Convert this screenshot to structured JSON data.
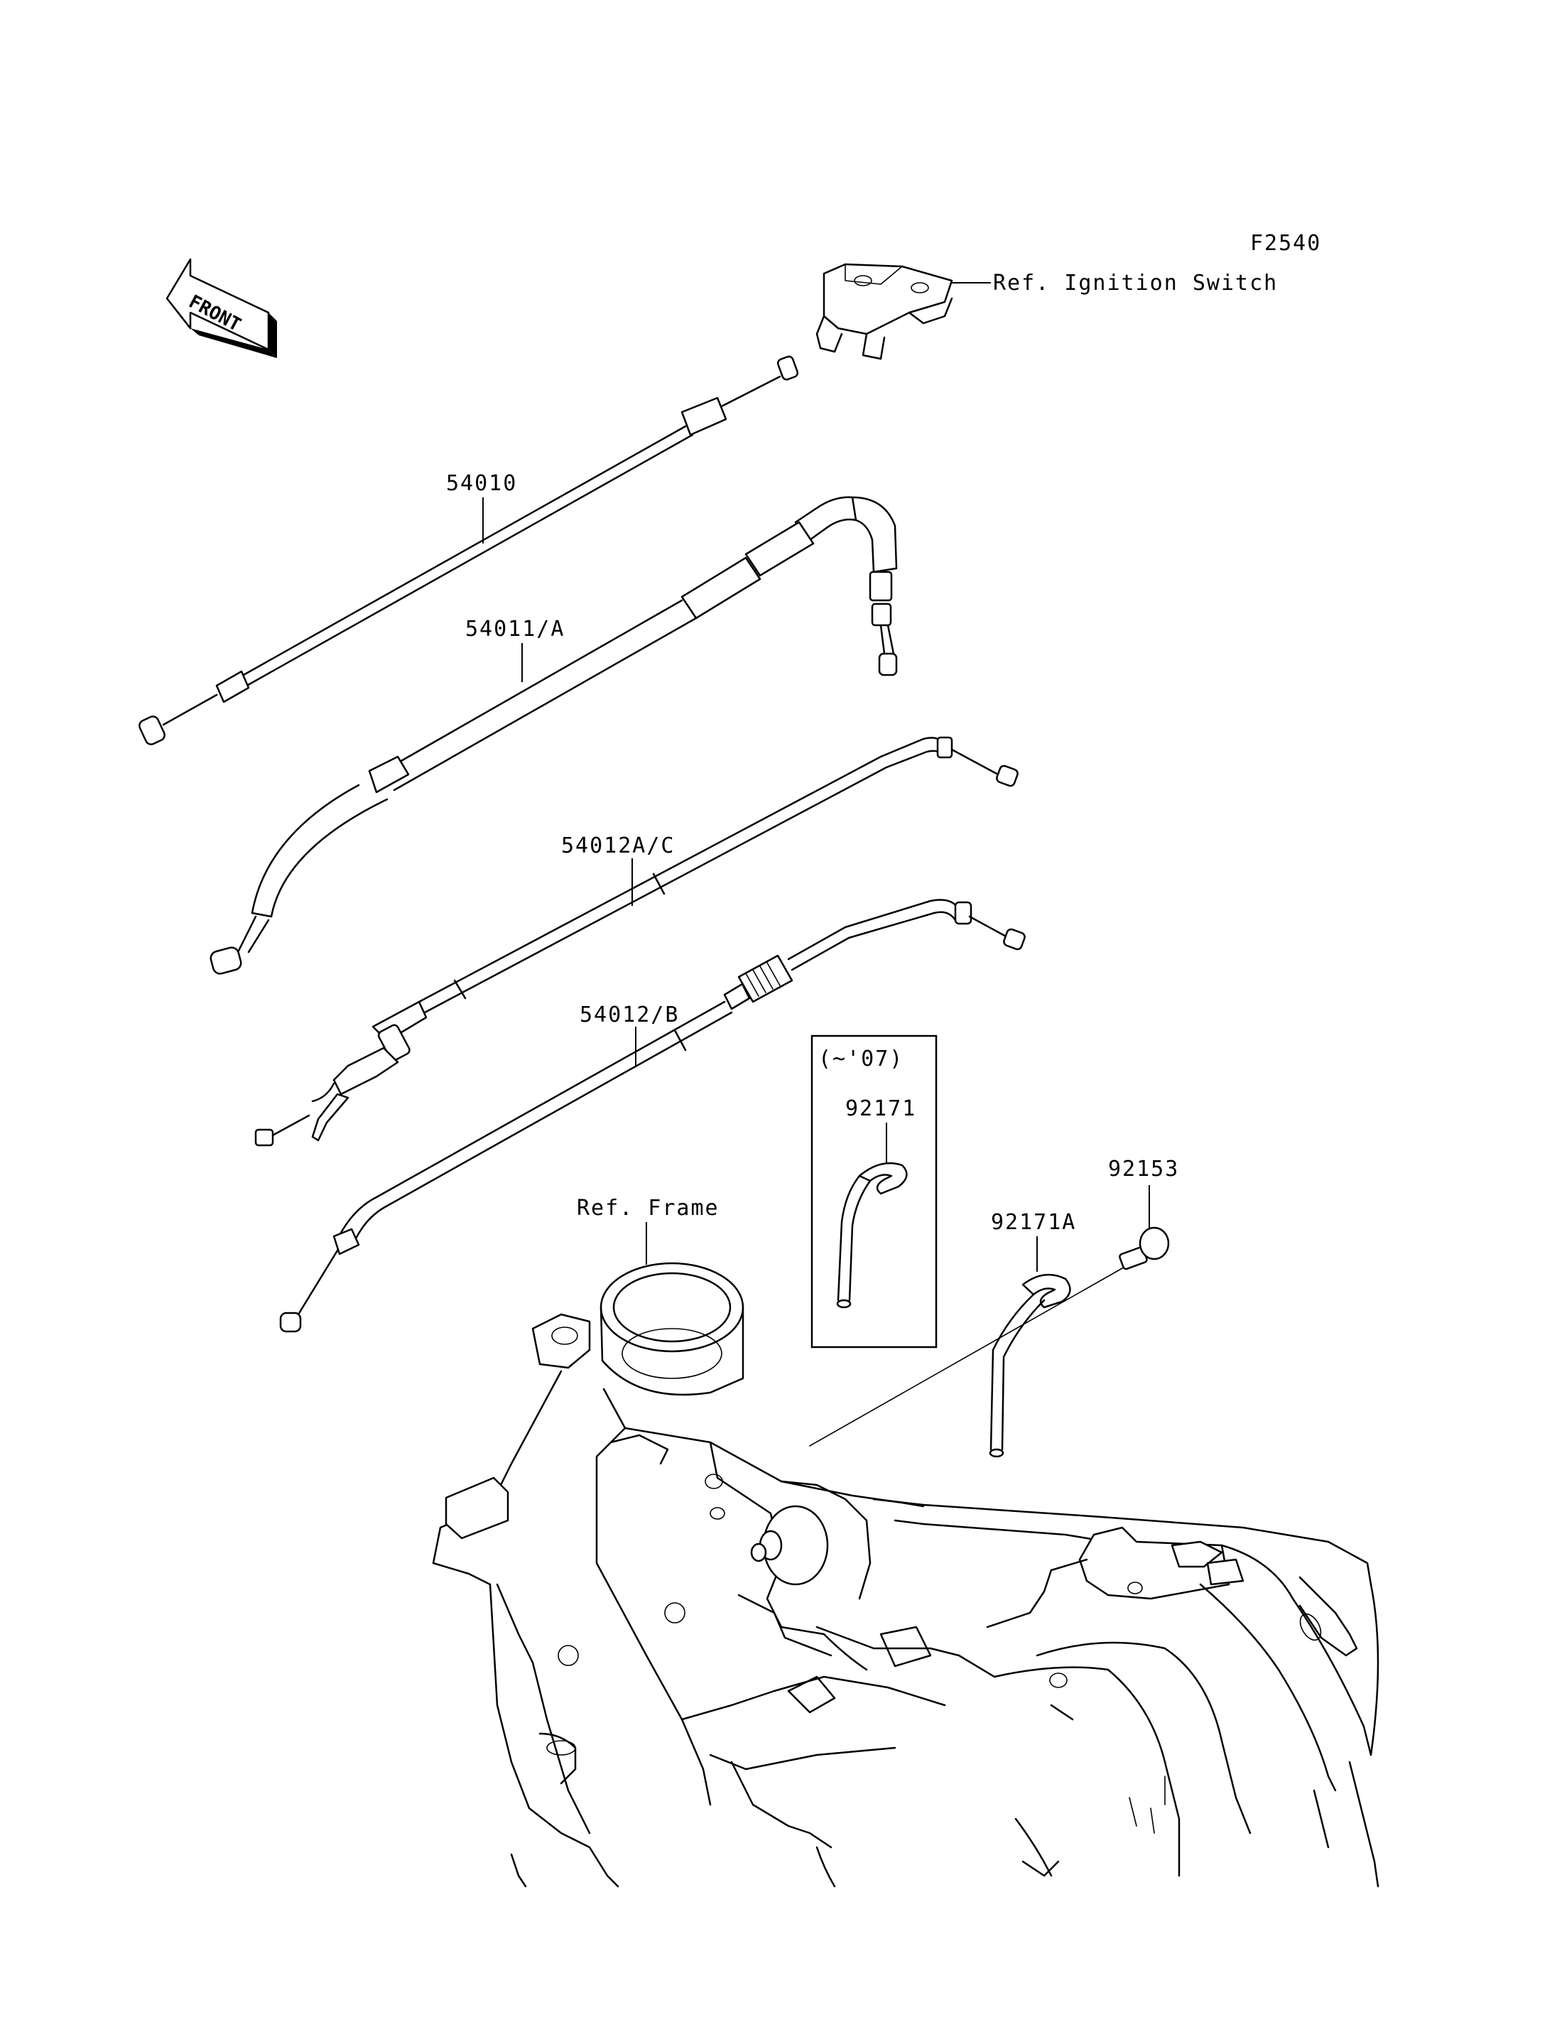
{
  "figure_code": "F2540",
  "front_label": "FRONT",
  "refs": {
    "ignition": "Ref. Ignition Switch",
    "frame": "Ref. Frame"
  },
  "parts": {
    "p54010": "54010",
    "p54011A": "54011/A",
    "p54012AC": "54012A/C",
    "p54012B": "54012/B",
    "p92171": "92171",
    "p92171A": "92171A",
    "p92153": "92153"
  },
  "inset_label": "(~'07)"
}
